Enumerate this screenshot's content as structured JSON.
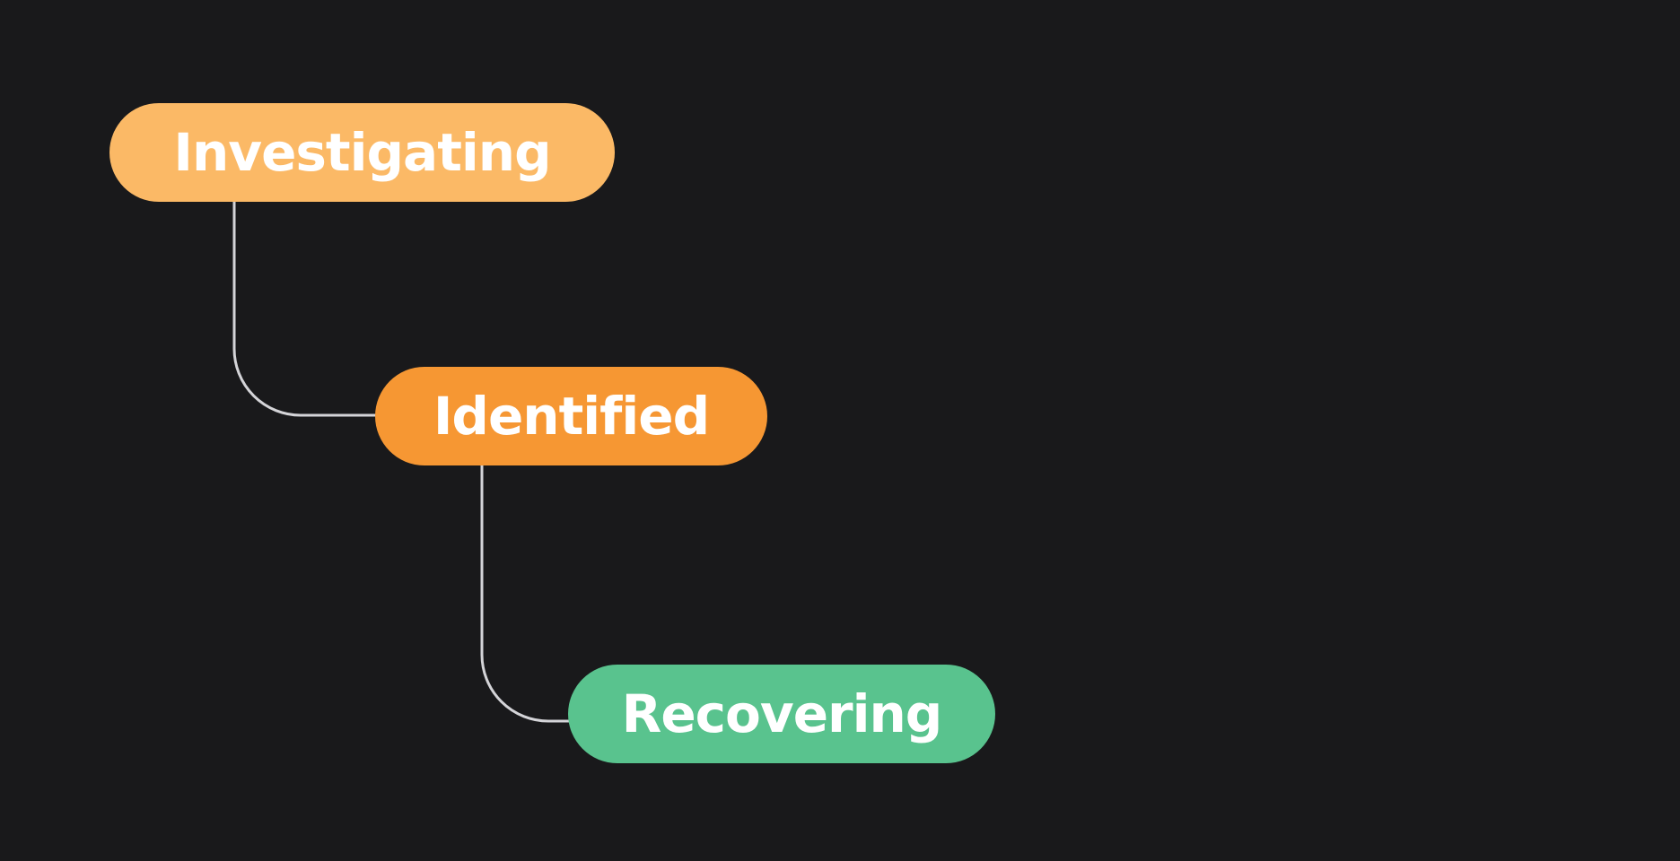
{
  "nodes": [
    {
      "label": "Investigating",
      "color": "#fbb966"
    },
    {
      "label": "Identified",
      "color": "#f69733"
    },
    {
      "label": "Recovering",
      "color": "#59c38e"
    }
  ],
  "connector_color": "#d4d4d8"
}
